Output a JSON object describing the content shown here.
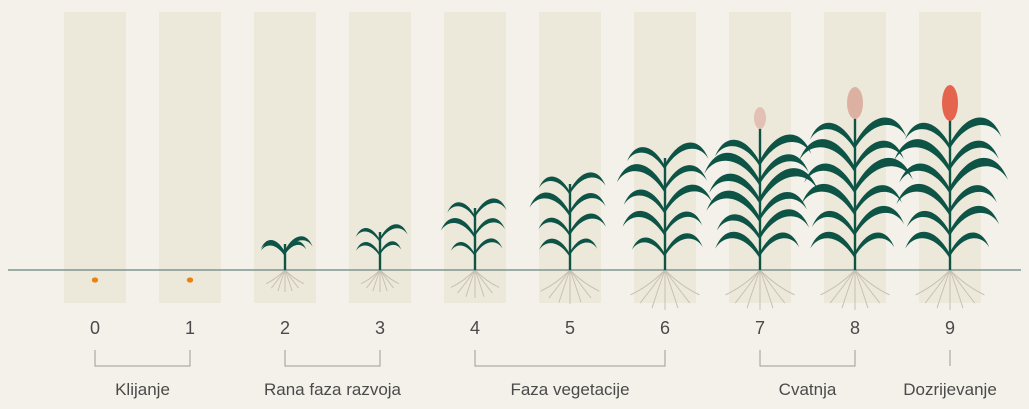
{
  "stages": [
    {
      "number": "0",
      "kind": "seed"
    },
    {
      "number": "1",
      "kind": "seed"
    },
    {
      "number": "2",
      "kind": "plant",
      "leaf_pairs": 2
    },
    {
      "number": "3",
      "kind": "plant",
      "leaf_pairs": 2
    },
    {
      "number": "4",
      "kind": "plant",
      "leaf_pairs": 3
    },
    {
      "number": "5",
      "kind": "plant",
      "leaf_pairs": 4
    },
    {
      "number": "6",
      "kind": "plant",
      "leaf_pairs": 5
    },
    {
      "number": "7",
      "kind": "plant",
      "leaf_pairs": 6,
      "head": "small-pink"
    },
    {
      "number": "8",
      "kind": "plant",
      "leaf_pairs": 6,
      "head": "large-pink"
    },
    {
      "number": "9",
      "kind": "plant",
      "leaf_pairs": 6,
      "head": "red"
    }
  ],
  "phases": [
    {
      "label": "Klijanje",
      "from_stage": 0,
      "to_stage": 1
    },
    {
      "label": "Rana faza razvoja",
      "from_stage": 2,
      "to_stage": 3
    },
    {
      "label": "Faza vegetacije",
      "from_stage": 4,
      "to_stage": 6
    },
    {
      "label": "Cvatnja",
      "from_stage": 7,
      "to_stage": 8
    },
    {
      "label": "Dozrijevanje",
      "from_stage": 9,
      "to_stage": 9
    }
  ],
  "colors": {
    "background": "#f4f1ea",
    "column": "#ede9da",
    "ground_line": "#7f9690",
    "leaf": "#0e5446",
    "root": "#c8c0b3",
    "seed": "#e88312",
    "head_pink_small": "#e2c0b4",
    "head_pink_large": "#ddb1a2",
    "head_red": "#e5644d",
    "text": "#4a4a4a",
    "bracket": "#9a9a9a"
  }
}
